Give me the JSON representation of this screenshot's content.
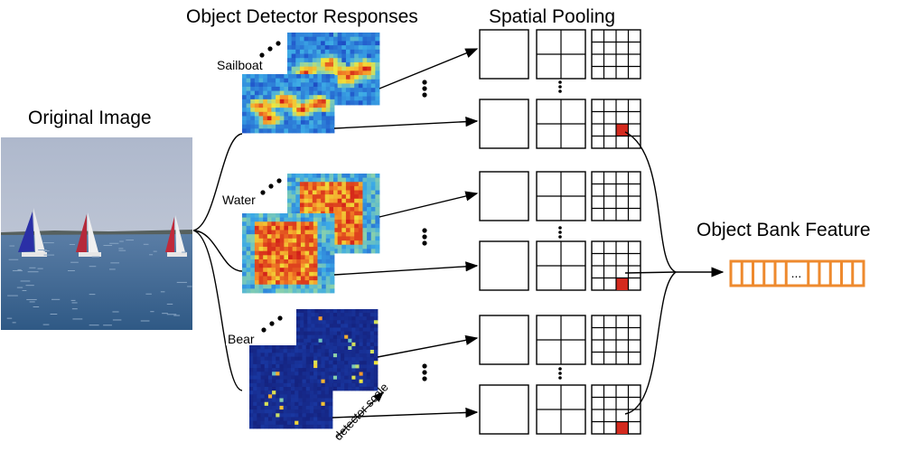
{
  "titles": {
    "original_image": "Original Image",
    "detector_responses": "Object Detector Responses",
    "spatial_pooling": "Spatial Pooling",
    "object_bank_feature": "Object Bank Feature"
  },
  "objects": [
    {
      "label": "Sailboat",
      "map": "hot-spots"
    },
    {
      "label": "Water",
      "map": "warm-block"
    },
    {
      "label": "Bear",
      "map": "cold-sparse"
    }
  ],
  "detector_scale_label": "detector scale",
  "feature_vector_ellipsis": "...",
  "pyramid_levels": [
    1,
    2,
    4
  ],
  "colors": {
    "heat_low": "#1a2a8e",
    "heat_high": "#d62a1e",
    "highlight_cell": "#d42a1e",
    "feature_vector": "#ee8a2e",
    "sea": "#3d6a96",
    "sky": "#b9c2d3"
  }
}
